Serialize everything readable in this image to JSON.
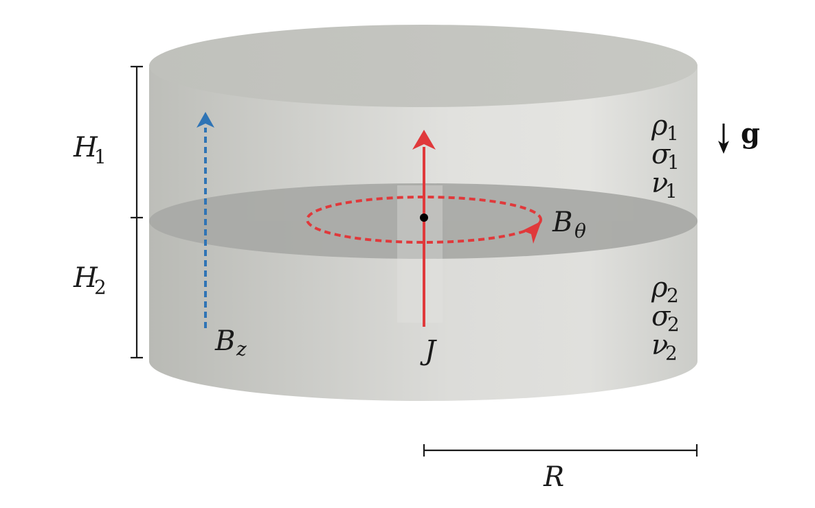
{
  "labels": {
    "H1": {
      "main": "H",
      "sub": "1"
    },
    "H2": {
      "main": "H",
      "sub": "2"
    },
    "Bz": {
      "main": "B",
      "sub": "z"
    },
    "Btheta": {
      "main": "B",
      "sub": "θ"
    },
    "J": {
      "main": "J"
    },
    "R": {
      "main": "R"
    },
    "g": {
      "main": "g"
    },
    "upper_props": [
      {
        "main": "ρ",
        "sub": "1"
      },
      {
        "main": "σ",
        "sub": "1"
      },
      {
        "main": "ν",
        "sub": "1"
      }
    ],
    "lower_props": [
      {
        "main": "ρ",
        "sub": "2"
      },
      {
        "main": "σ",
        "sub": "2"
      },
      {
        "main": "ν",
        "sub": "2"
      }
    ]
  },
  "colors": {
    "cylinder_top": "#c4c5c0",
    "cylinder_body_dark": "#bfc0bb",
    "cylinder_body_light": "#e2e2df",
    "interface": "#a9aaa6",
    "current_red": "#e0393b",
    "field_blue": "#2f74b5",
    "ink": "#1a1a1a"
  }
}
